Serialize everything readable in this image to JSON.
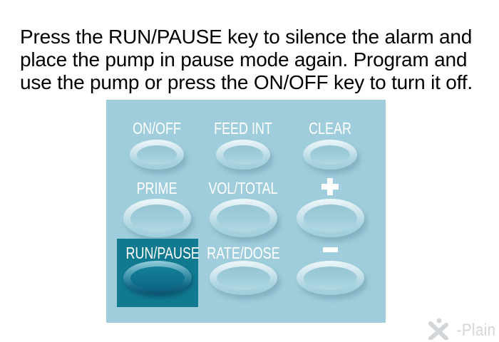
{
  "instruction": {
    "text": "Press the RUN/PAUSE key to silence the alarm and place the pump in pause mode again. Program and use the pump or press the ON/OFF key to turn it off.",
    "lines": [
      "Press the RUN/PAUSE key to silence the alarm and",
      "place the pump in pause mode again. Program and",
      "use the pump or press the ON/OFF key to turn it off."
    ]
  },
  "keypad": {
    "keys": [
      {
        "id": "on-off",
        "label": "ON/OFF",
        "row": 1,
        "col": 1,
        "highlighted": false
      },
      {
        "id": "feed-int",
        "label": "FEED INT",
        "row": 1,
        "col": 2,
        "highlighted": false
      },
      {
        "id": "clear",
        "label": "CLEAR",
        "row": 1,
        "col": 3,
        "highlighted": false
      },
      {
        "id": "prime",
        "label": "PRIME",
        "row": 2,
        "col": 1,
        "highlighted": false
      },
      {
        "id": "vol-total",
        "label": "VOL/TOTAL",
        "row": 2,
        "col": 2,
        "highlighted": false
      },
      {
        "id": "plus",
        "label": "+",
        "row": 2,
        "col": 3,
        "highlighted": false
      },
      {
        "id": "run-pause",
        "label": "RUN/PAUSE",
        "row": 3,
        "col": 1,
        "highlighted": true
      },
      {
        "id": "rate-dose",
        "label": "RATE/DOSE",
        "row": 3,
        "col": 2,
        "highlighted": false
      },
      {
        "id": "minus",
        "label": "−",
        "row": 3,
        "col": 3,
        "highlighted": false
      }
    ],
    "colors": {
      "panel_bg": "#9fcddc",
      "highlight_bg": "#117a91",
      "label_text": "#ffffff"
    }
  },
  "watermark": {
    "brand": "X-Plain",
    "suffix": "-Plain"
  }
}
